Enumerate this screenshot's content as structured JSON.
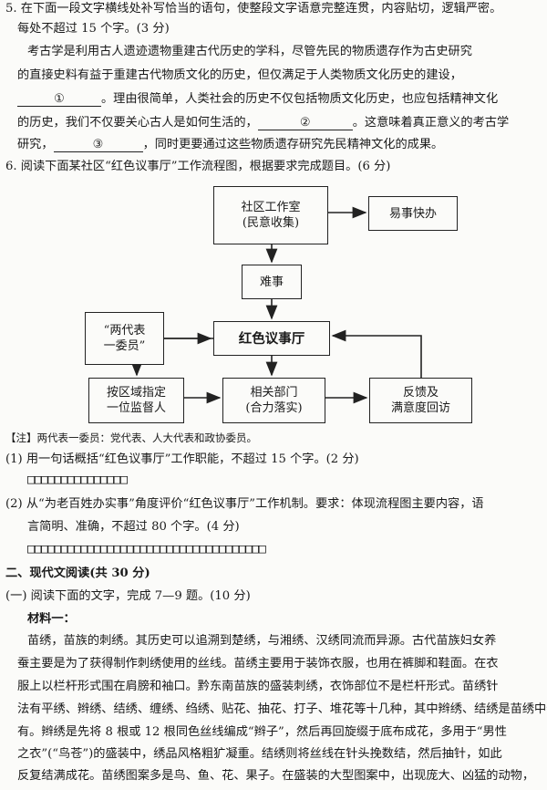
{
  "q5": {
    "stem_line1": "5. 在下面一段文字横线处补写恰当的语句，使整段文字语意完整连贯，内容贴切，逻辑严密。",
    "stem_line2": "每处不超过 15 个字。(3 分)",
    "para_l1": "考古学是利用古人遗迹遗物重建古代历史的学科，尽管先民的物质遗存作为古史研究",
    "para_l2": "的直接史料有益于重建古代物质文化的历史，但仅满足于人类物质文化历史的建设，",
    "blank1": "①",
    "para_l3_rest": "。理由很简单，人类社会的历史不仅包括物质文化历史，也应包括精神文化",
    "para_l4_a": "的历史，我们不仅要关心古人是如何生活的，",
    "blank2": "②",
    "para_l4_b": "。这意味着真正意义的考古学",
    "para_l5_a": "研究，",
    "blank3": "③",
    "para_l5_b": "，同时更要通过这些物质遗存研究先民精神文化的成果。"
  },
  "q6": {
    "stem": "6. 阅读下面某社区“红色议事厅”工作流程图，根据要求完成题目。(6 分)",
    "flow": {
      "office": "社区工作室\n(民意收集)",
      "easy": "易事快办",
      "hard": "难事",
      "hall": "红色议事厅",
      "reps": "“两代表\n一委员”",
      "supervisor": "按区域指定\n一位监督人",
      "departments": "相关部门\n(合力落实)",
      "feedback": "反馈及\n满意度回访"
    },
    "note": "【注】两代表一委员：党代表、人大代表和政协委员。",
    "sub1": "(1) 用一句话概括“红色议事厅”工作职能，不超过 15 个字。(2 分)",
    "sub1_boxes": "□□□□□□□□□□□□□□□",
    "sub2_l1": "(2) 从“为老百姓办实事”角度评价“红色议事厅”工作机制。要求：体现流程图主要内容，语",
    "sub2_l2": "言简明、准确，不超过 80 个字。(4 分)",
    "sub2_boxes": "□□□□□□□□□□□□□□□□□□□□□□□□□□□□□□□□□□□□"
  },
  "section2": {
    "title": "二、现代文阅读(共 30 分)",
    "sub": "(一) 阅读下面的文字，完成 7—9 题。(10 分)",
    "material": "材料一：",
    "l1": "苗绣，苗族的刺绣。其历史可以追溯到楚绣，与湘绣、汉绣同流而异源。古代苗族妇女养",
    "l2": "蚕主要是为了获得制作刺绣使用的丝线。苗绣主要用于装饰衣服，也用在裤脚和鞋面。在衣",
    "l3": "服上以栏杆形式围在肩膀和袖口。黔东南苗族的盛装刺绣，衣饰部位不是栏杆形式。苗绣针",
    "l4": "法有平绣、辫绣、结绣、缠绣、绉绣、贴花、抽花、打子、堆花等十几种，其中辫绣、结绣是苗绣中特",
    "l5": "有。辫绣是先将 8 根或 12 根同色丝线编成“辫子”，然后再回旋缀于底布成花，多用于“男性",
    "l6": "之衣”(“鸟苍”)的盛装中，绣品风格粗犷凝重。结绣则将丝线在针头挽数结，然后抽针，如此",
    "l7": "反复结满成花。苗绣图案多是鸟、鱼、花、果子。在盛装的大型图案中，出现庞大、凶猛的动物，"
  }
}
